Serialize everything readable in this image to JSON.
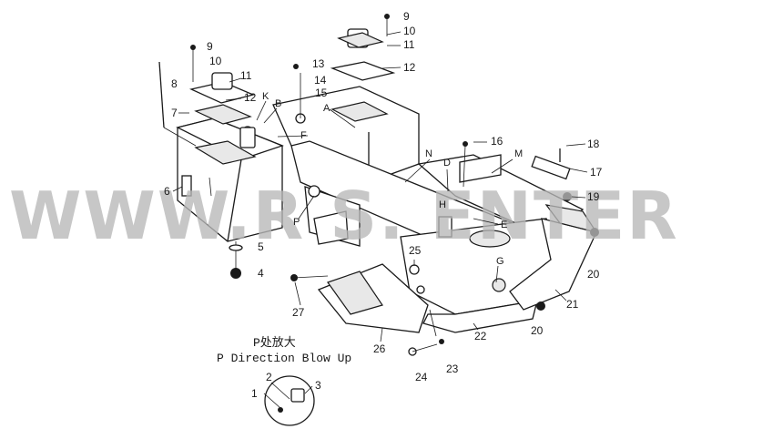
{
  "watermark": "WWW.R    S.   ENTER",
  "caption": {
    "chinese": "P处放大",
    "english": "P Direction Blow Up"
  },
  "callouts": [
    "1",
    "2",
    "3",
    "4",
    "5",
    "6",
    "7",
    "8",
    "9",
    "10",
    "11",
    "12",
    "13",
    "14",
    "15",
    "16",
    "17",
    "18",
    "19",
    "20",
    "21",
    "22",
    "23",
    "24",
    "25",
    "26",
    "27"
  ],
  "letters": [
    "A",
    "B",
    "D",
    "E",
    "F",
    "G",
    "H",
    "K",
    "M",
    "N",
    "P"
  ],
  "colors": {
    "ink": "#1a1a1a",
    "watermark": "#b8b8b8",
    "background": "#ffffff"
  }
}
